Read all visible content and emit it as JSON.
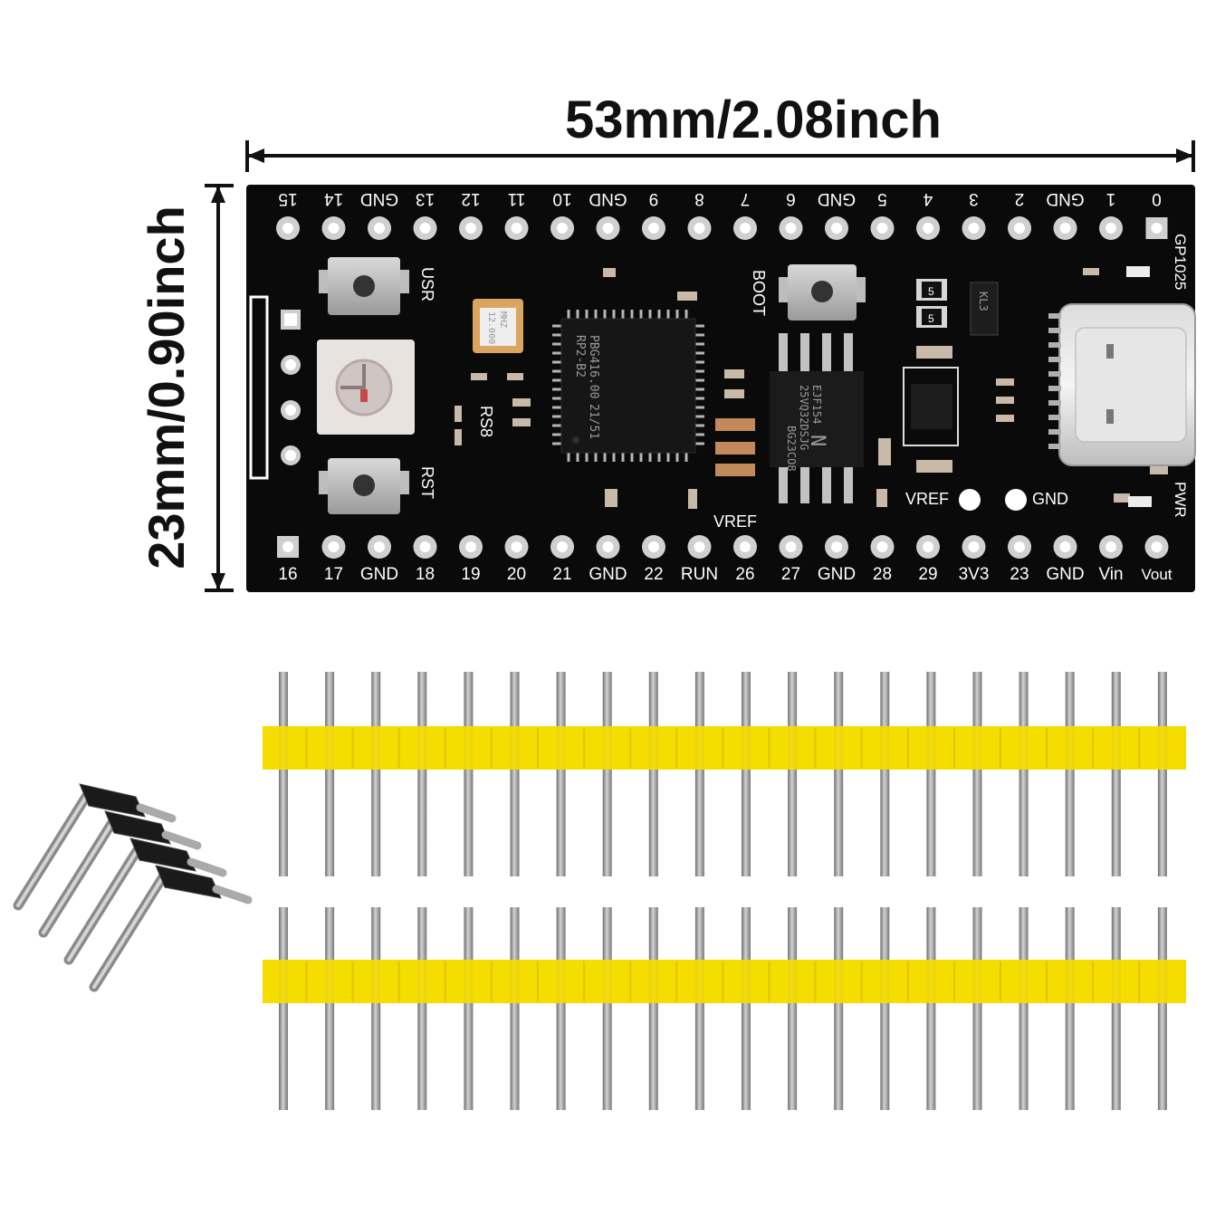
{
  "dimensions": {
    "width_label": "53mm/2.08inch",
    "height_label": "23mm/0.90inch"
  },
  "board": {
    "top_pins": [
      "15",
      "14",
      "GND",
      "13",
      "12",
      "11",
      "10",
      "GND",
      "9",
      "8",
      "7",
      "6",
      "GND",
      "5",
      "4",
      "3",
      "2",
      "GND",
      "1",
      "0"
    ],
    "bottom_pins": [
      "16",
      "17",
      "GND",
      "18",
      "19",
      "20",
      "21",
      "GND",
      "22",
      "RUN",
      "26",
      "27",
      "GND",
      "28",
      "29",
      "3V3",
      "23",
      "GND",
      "Vin",
      "Vout"
    ],
    "labels": {
      "usr": "USR",
      "rst": "RST",
      "boot": "BOOT",
      "rs8": "RS8",
      "vref_chip": "VREF",
      "vref_pad": "VREF",
      "gnd_pad": "GND",
      "gp1025": "GP1025",
      "pwr": "PWR"
    },
    "mcu": {
      "line1": "RP2-B2",
      "line2": "PBG416.00",
      "line3": "21/51"
    },
    "flash": {
      "line1": "BG23CO8",
      "line2": "25VQ32DSJG",
      "line3": "EJF154",
      "logo": "N"
    },
    "crystal": {
      "line1": "12.000",
      "line2": "MHZ"
    },
    "regulator_marks": [
      "5",
      "5",
      "KL3"
    ]
  },
  "accessories": {
    "straight_header_pin_count": 20,
    "straight_header_strips": 2,
    "right_angle_header_pin_count": 4
  },
  "colors": {
    "pcb": "#0a0a0a",
    "silkscreen": "#ffffff",
    "header_plastic": "#f5dc00",
    "header_pin": "#9e9e9e",
    "right_angle_plastic": "#1a1a1a"
  }
}
